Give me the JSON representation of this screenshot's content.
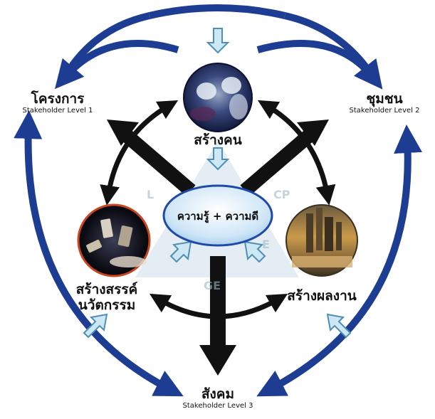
{
  "nodes": {
    "project": {
      "thai": "โครงการ",
      "level": "Stakeholder Level 1"
    },
    "community": {
      "thai": "ชุมชน",
      "level": "Stakeholder Level 2"
    },
    "society": {
      "thai": "สังคม",
      "level": "Stakeholder Level 3"
    },
    "build_people": {
      "thai": "สร้างคน"
    },
    "innovation": {
      "line1": "สร้างสรรค์",
      "line2": "นวัตกรรม"
    },
    "performance": {
      "thai": "สร้างผลงาน"
    }
  },
  "center": {
    "text": "ความรู้ + ความดี"
  },
  "watermark": {
    "a": "L",
    "b": "CP",
    "c": "GE",
    "d": "E"
  },
  "colors": {
    "outer_arrow": "#1d3d93",
    "center_fill": "#cfe6f7",
    "center_stroke": "#1f4aa8",
    "black_arrow": "#111111",
    "light_arrow": "#cde7f5",
    "light_arrow_stroke": "#4d8fb7",
    "triangle": "#dbe7ef"
  }
}
